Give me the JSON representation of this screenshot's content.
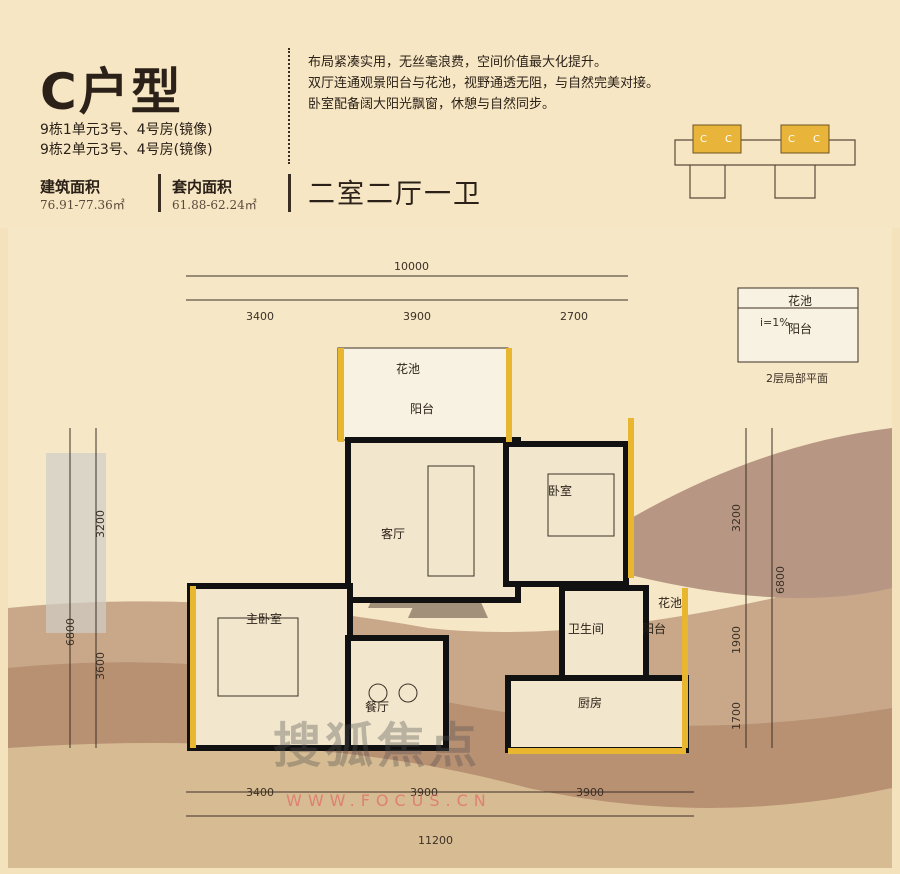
{
  "header": {
    "title": "C户型",
    "units": [
      "9栋1单元3号、4号房(镜像)",
      "9栋2单元3号、4号房(镜像)"
    ],
    "building_area_label": "建筑面积",
    "building_area_value": "76.91-77.36㎡",
    "inner_area_label": "套内面积",
    "inner_area_value": "61.88-62.24㎡",
    "rooms": "二室二厅一卫",
    "description": [
      "布局紧凑实用，无丝毫浪费，空间价值最大化提升。",
      "双厅连通观景阳台与花池，视野通透无阻，与自然完美对接。",
      "卧室配备阔大阳光飘窗，休憩与自然同步。"
    ],
    "key_plan_marks": [
      "C",
      "C",
      "C",
      "C"
    ]
  },
  "plan": {
    "dims_top_total": "10000",
    "dims_top": [
      "3400",
      "3900",
      "2700"
    ],
    "dims_bottom": [
      "3400",
      "3900",
      "3900"
    ],
    "dims_bottom_total": "11200",
    "dims_left": [
      "3200",
      "3600"
    ],
    "dims_left_total": "6800",
    "dims_right": [
      "3200",
      "1900",
      "1700"
    ],
    "dims_right_total": "6800",
    "rooms": {
      "flower_bed_top": "花池",
      "balcony_top": "阳台",
      "living": "客厅",
      "bedroom": "卧室",
      "master_bedroom": "主卧室",
      "dining": "餐厅",
      "bathroom": "卫生间",
      "flower_bed_small": "花池",
      "balcony_small": "阳台",
      "kitchen": "厨房"
    }
  },
  "inset": {
    "flower_bed": "花池",
    "balcony": "阳台",
    "slope": "i=1%",
    "caption": "2层局部平面"
  },
  "watermark": {
    "text": "搜狐焦点",
    "url": "WWW.FOCUS.CN"
  }
}
